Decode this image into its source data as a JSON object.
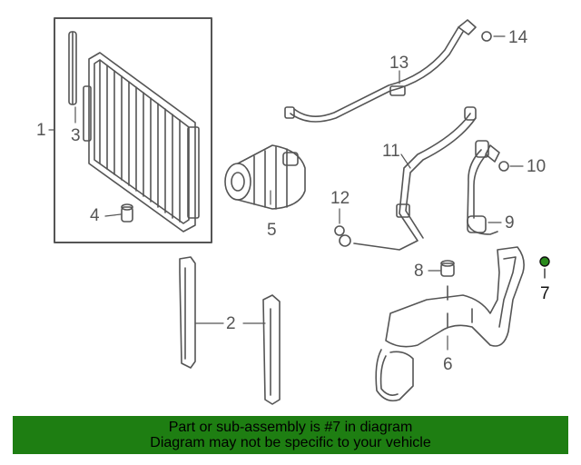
{
  "diagram": {
    "callouts": [
      {
        "id": "1",
        "label": "1"
      },
      {
        "id": "2",
        "label": "2"
      },
      {
        "id": "3",
        "label": "3"
      },
      {
        "id": "4",
        "label": "4"
      },
      {
        "id": "5",
        "label": "5"
      },
      {
        "id": "6",
        "label": "6"
      },
      {
        "id": "7",
        "label": "7"
      },
      {
        "id": "8",
        "label": "8"
      },
      {
        "id": "9",
        "label": "9"
      },
      {
        "id": "10",
        "label": "10"
      },
      {
        "id": "11",
        "label": "11"
      },
      {
        "id": "12",
        "label": "12"
      },
      {
        "id": "13",
        "label": "13"
      },
      {
        "id": "14",
        "label": "14"
      }
    ],
    "highlighted_part": "7",
    "highlight_color": "#2a8a1c",
    "line_color": "#555555"
  },
  "banner": {
    "line1": "Part or sub-assembly is #7 in diagram",
    "line2": "Diagram may not be specific to your vehicle",
    "background": "#1e7e12"
  }
}
